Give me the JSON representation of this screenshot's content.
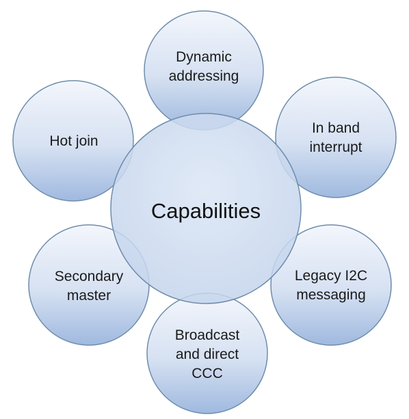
{
  "diagram": {
    "type": "radial-cycle",
    "center": {
      "label": "Capabilities"
    },
    "nodes": [
      {
        "id": "dynamic-addressing",
        "label": "Dynamic\naddressing"
      },
      {
        "id": "in-band-interrupt",
        "label": "In band\ninterrupt"
      },
      {
        "id": "legacy-i2c-messaging",
        "label": "Legacy  I2C\nmessaging"
      },
      {
        "id": "broadcast-and-direct-ccc",
        "label": "Broadcast\nand direct\nCCC"
      },
      {
        "id": "secondary-master",
        "label": "Secondary\nmaster"
      },
      {
        "id": "hot-join",
        "label": "Hot join"
      }
    ]
  },
  "colors": {
    "circle_fill_top": "#eef3fb",
    "circle_fill_bottom": "#a8c0e2",
    "circle_stroke": "#5f7f9e",
    "center_fill": "#cfdcf0",
    "text": "#1a1a1a"
  }
}
